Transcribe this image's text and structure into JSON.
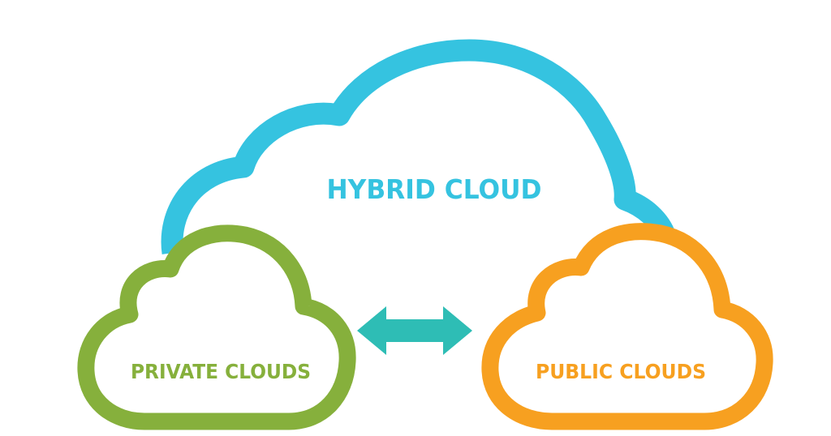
{
  "diagram": {
    "hybrid": {
      "label": "HYBRID CLOUD",
      "color": "#35c3e0"
    },
    "private": {
      "label": "PRIVATE CLOUDS",
      "color": "#86b03c"
    },
    "public": {
      "label": "PUBLIC CLOUDS",
      "color": "#f7a020"
    },
    "connector": {
      "color": "#2ebdb5"
    }
  }
}
